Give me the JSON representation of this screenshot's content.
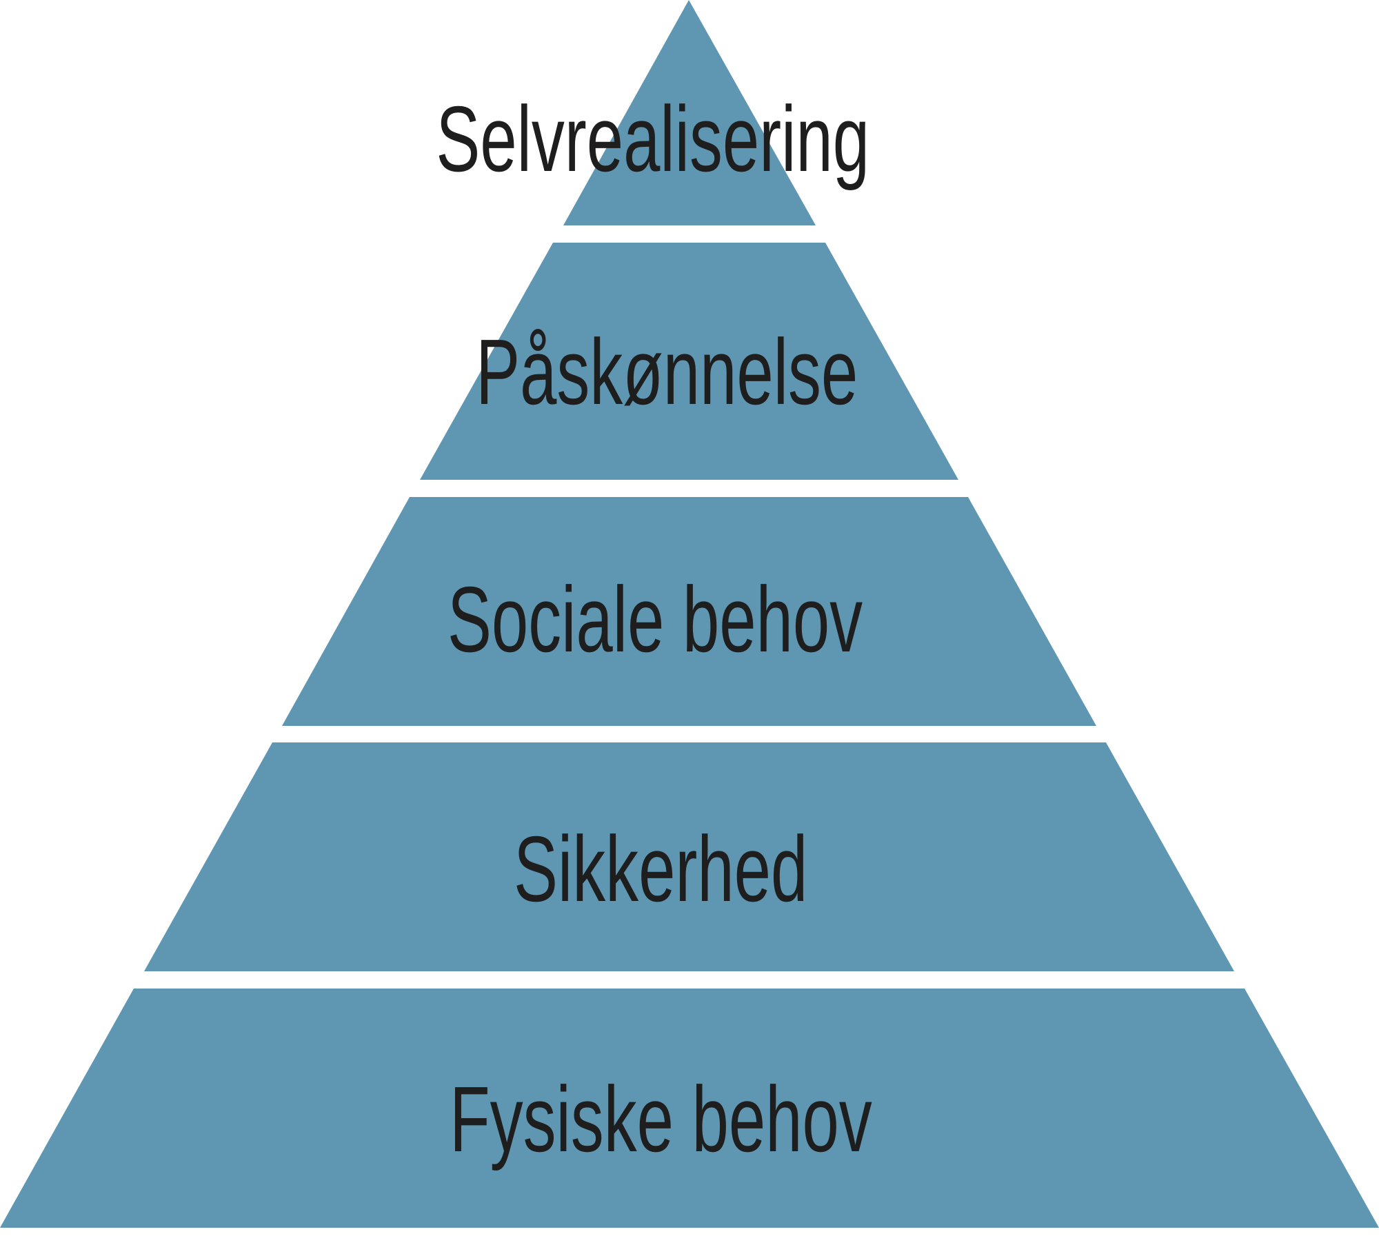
{
  "diagram": {
    "type": "pyramid",
    "fill_color": "#5f97b2",
    "text_color": "#1e1e1e",
    "background_color": "#ffffff",
    "levels": [
      {
        "label": "Selvrealisering",
        "position": "top"
      },
      {
        "label": "Påskønnelse",
        "position": "second"
      },
      {
        "label": "Sociale behov",
        "position": "middle"
      },
      {
        "label": "Sikkerhed",
        "position": "fourth"
      },
      {
        "label": "Fysiske behov",
        "position": "base"
      }
    ]
  }
}
